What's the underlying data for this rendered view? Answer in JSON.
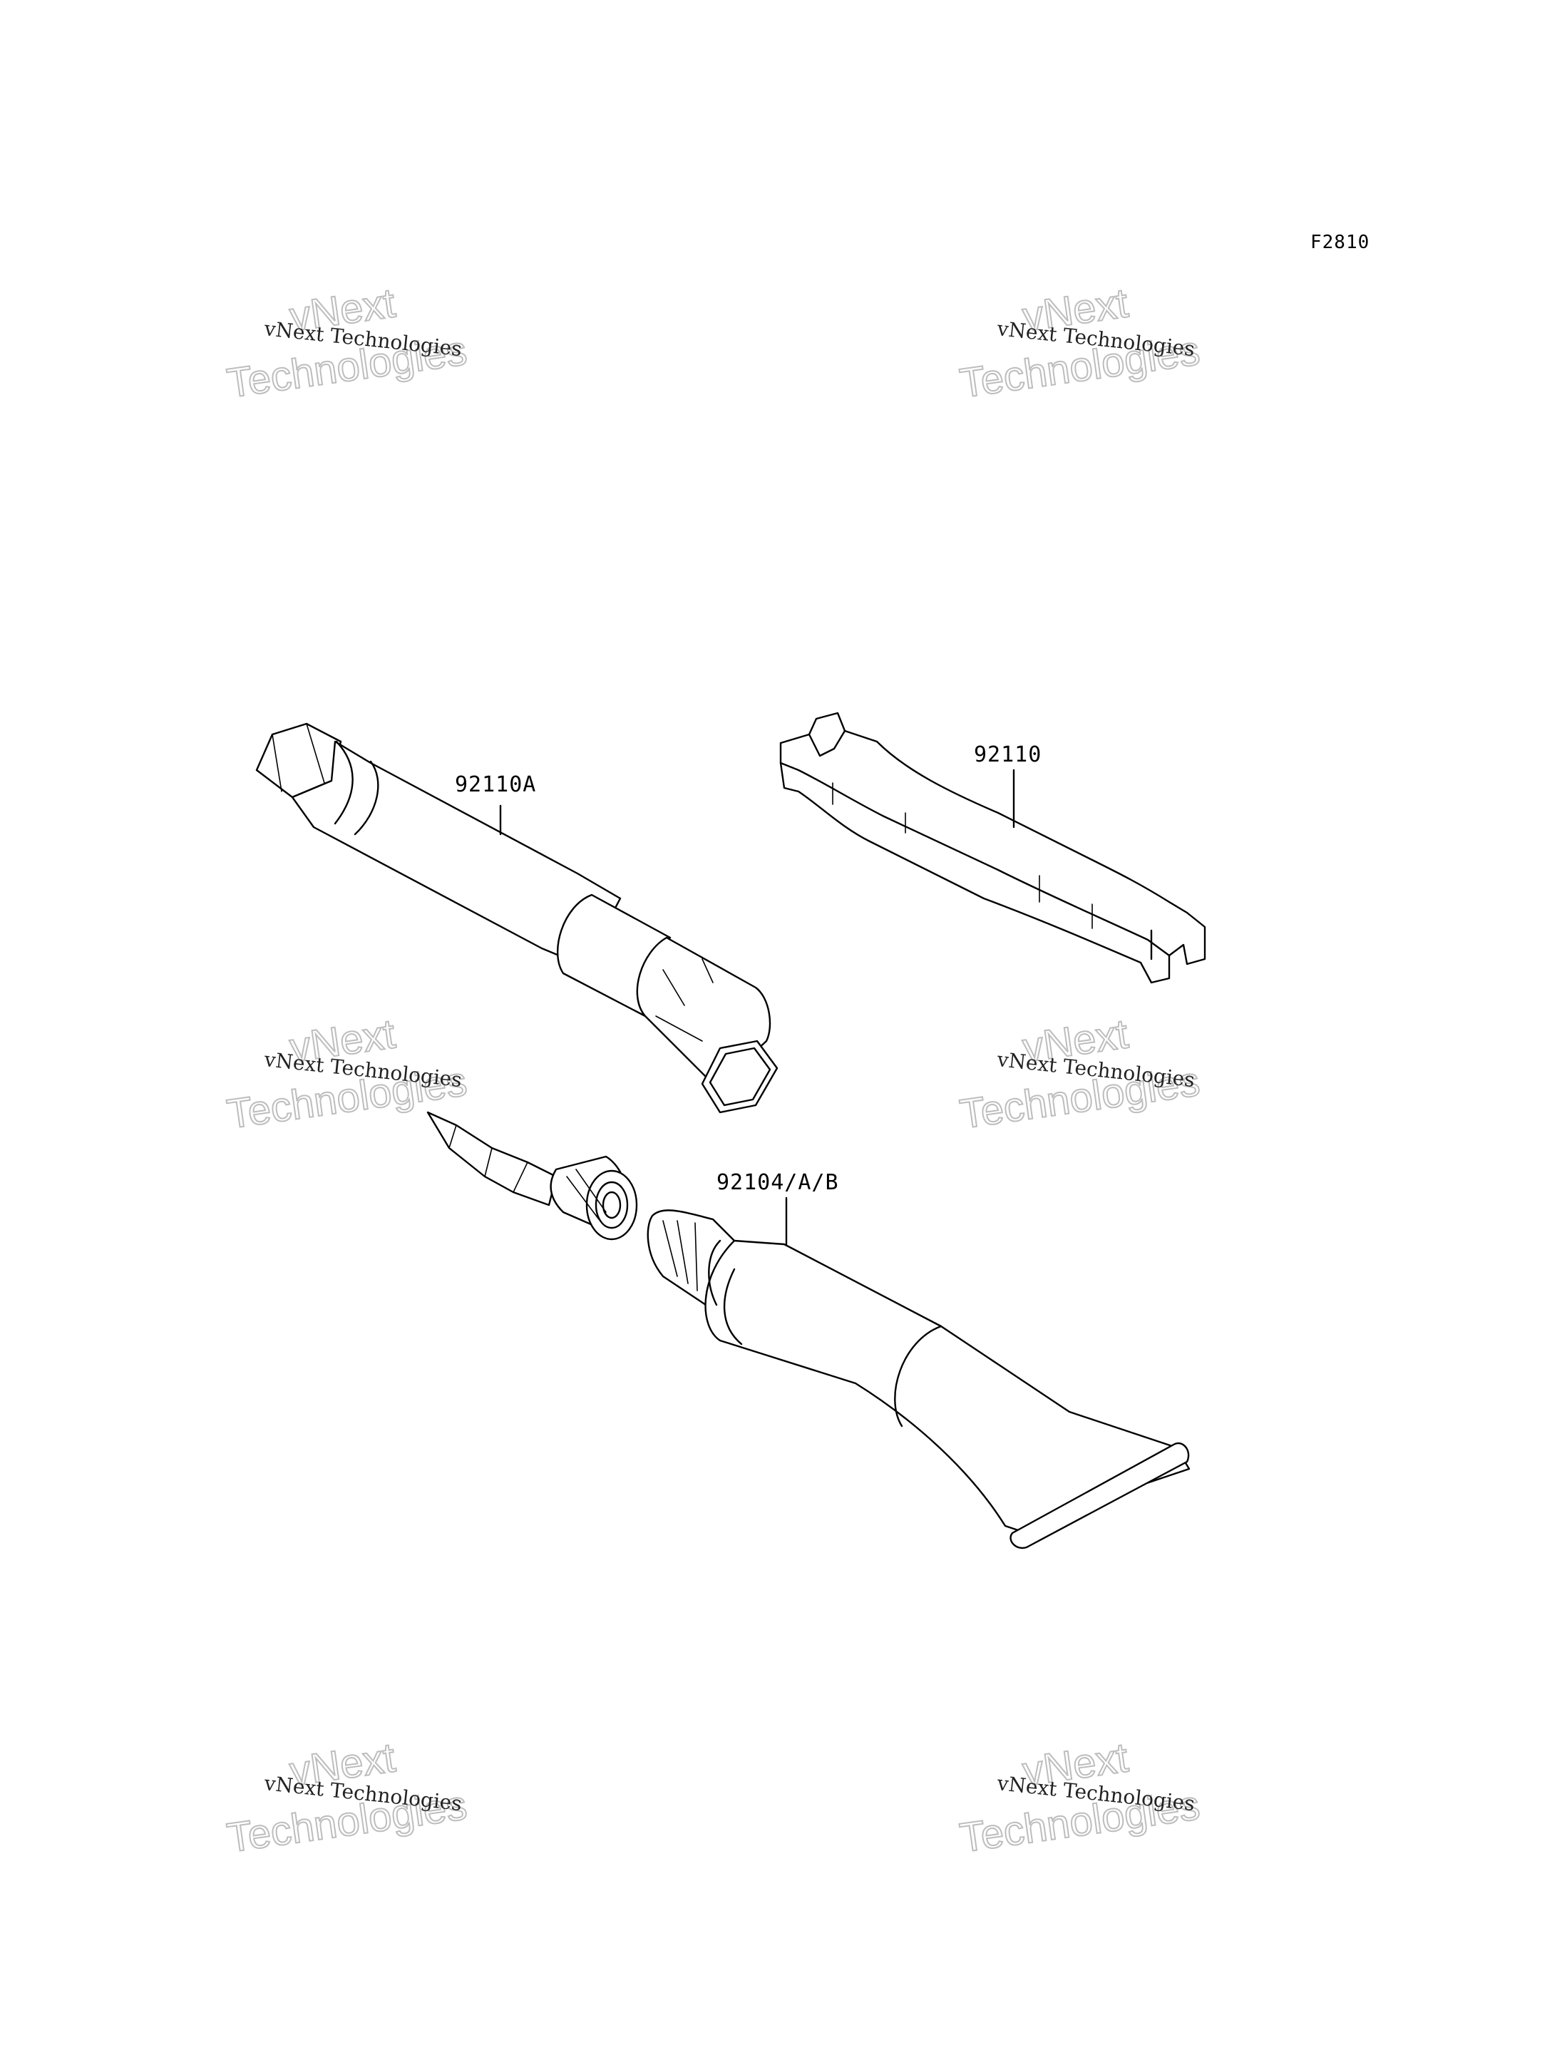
{
  "figure_code": "F2810",
  "parts": [
    {
      "id": "92110A",
      "label": "92110A",
      "description_icon": "box-wrench-icon"
    },
    {
      "id": "92110",
      "label": "92110",
      "description_icon": "spanner-wrench-icon"
    },
    {
      "id": "92104/A/B",
      "label": "92104/A/B",
      "description_icon": "grease-tube-icon"
    }
  ],
  "watermark": {
    "line_small": "vNext Technologies",
    "line_big_top": "vNext",
    "line_big_bottom": "Technologies"
  }
}
